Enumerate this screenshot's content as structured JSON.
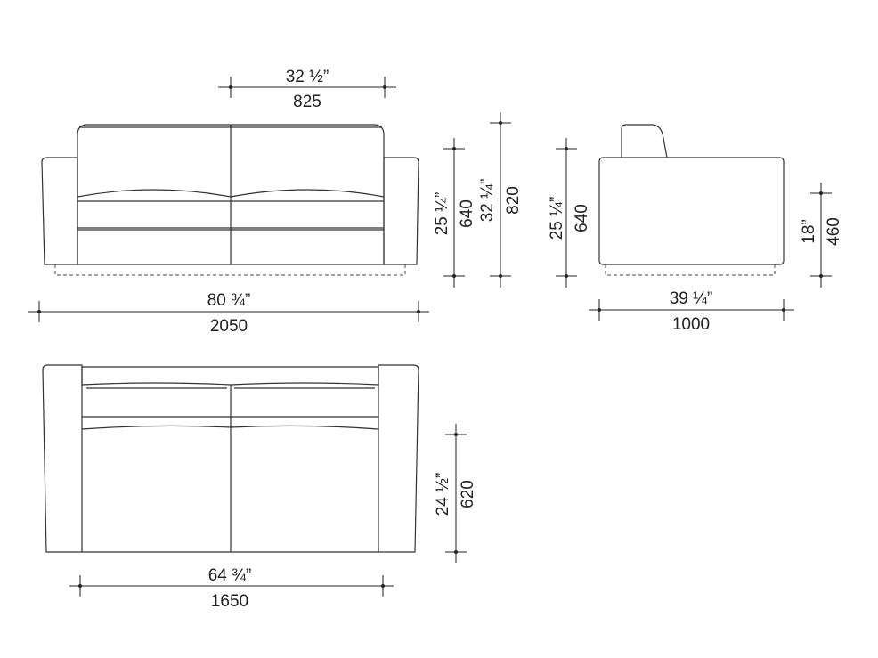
{
  "front_view": {
    "width_top": {
      "imperial": "32 ½”",
      "metric": "825"
    },
    "width_overall": {
      "imperial": "80 ¾”",
      "metric": "2050"
    },
    "height_arm": {
      "imperial": "25 ¼”",
      "metric": "640"
    },
    "height_back": {
      "imperial": "32 ¼”",
      "metric": "820"
    }
  },
  "side_view": {
    "height_arm": {
      "imperial": "25 ¼”",
      "metric": "640"
    },
    "seat_height": {
      "imperial": "18”",
      "metric": "460"
    },
    "depth": {
      "imperial": "39 ¼”",
      "metric": "1000"
    }
  },
  "top_view": {
    "seat_depth": {
      "imperial": "24 ½”",
      "metric": "620"
    },
    "seat_width": {
      "imperial": "64 ¾”",
      "metric": "1650"
    }
  }
}
